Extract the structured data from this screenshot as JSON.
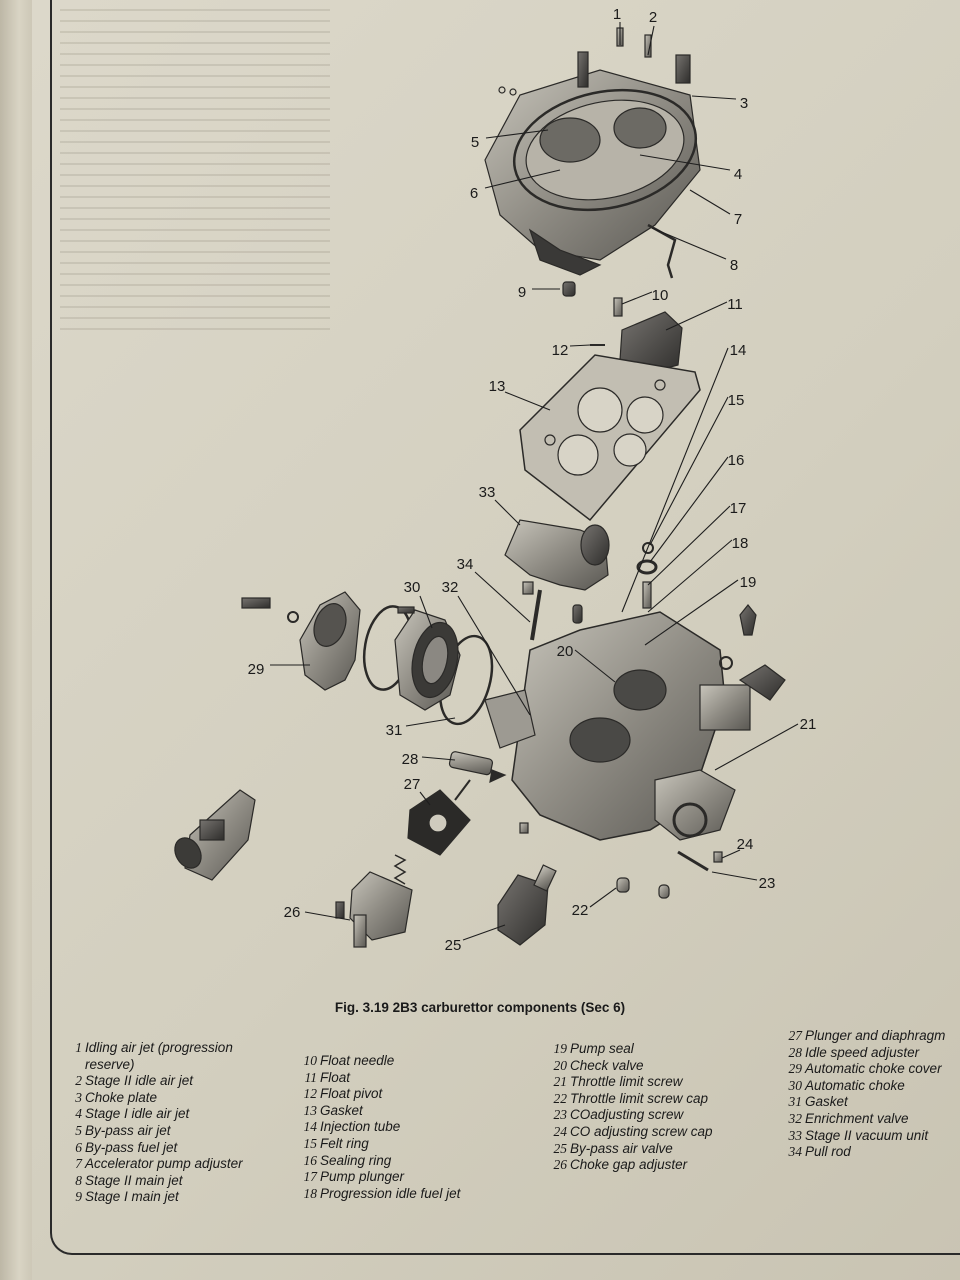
{
  "figure": {
    "caption": "Fig. 3.19 2B3 carburettor components (Sec 6)"
  },
  "callouts": [
    {
      "num": "1",
      "label": "Idling air jet (progression reserve)"
    },
    {
      "num": "2",
      "label": "Stage II idle air jet"
    },
    {
      "num": "3",
      "label": "Choke plate"
    },
    {
      "num": "4",
      "label": "Stage I idle air jet"
    },
    {
      "num": "5",
      "label": "By-pass air jet"
    },
    {
      "num": "6",
      "label": "By-pass fuel jet"
    },
    {
      "num": "7",
      "label": "Accelerator pump adjuster"
    },
    {
      "num": "8",
      "label": "Stage II main jet"
    },
    {
      "num": "9",
      "label": "Stage I main jet"
    },
    {
      "num": "10",
      "label": "Float needle"
    },
    {
      "num": "11",
      "label": "Float"
    },
    {
      "num": "12",
      "label": "Float pivot"
    },
    {
      "num": "13",
      "label": "Gasket"
    },
    {
      "num": "14",
      "label": "Injection tube"
    },
    {
      "num": "15",
      "label": "Felt ring"
    },
    {
      "num": "16",
      "label": "Sealing ring"
    },
    {
      "num": "17",
      "label": "Pump plunger"
    },
    {
      "num": "18",
      "label": "Progression idle fuel jet"
    },
    {
      "num": "19",
      "label": "Pump seal"
    },
    {
      "num": "20",
      "label": "Check valve"
    },
    {
      "num": "21",
      "label": "Throttle limit screw"
    },
    {
      "num": "22",
      "label": "Throttle limit screw cap"
    },
    {
      "num": "23",
      "label": "COadjusting screw"
    },
    {
      "num": "24",
      "label": "CO adjusting screw cap"
    },
    {
      "num": "25",
      "label": "By-pass air valve"
    },
    {
      "num": "26",
      "label": "Choke gap adjuster"
    },
    {
      "num": "27",
      "label": "Plunger and diaphragm"
    },
    {
      "num": "28",
      "label": "Idle speed adjuster"
    },
    {
      "num": "29",
      "label": "Automatic choke cover"
    },
    {
      "num": "30",
      "label": "Automatic choke"
    },
    {
      "num": "31",
      "label": "Gasket"
    },
    {
      "num": "32",
      "label": "Enrichment valve"
    },
    {
      "num": "33",
      "label": "Stage II vacuum unit"
    },
    {
      "num": "34",
      "label": "Pull rod"
    }
  ],
  "legend": {
    "col1": [
      {
        "num": "1",
        "text": "Idling air jet (progression"
      },
      {
        "num": "",
        "text": "reserve)"
      },
      {
        "num": "2",
        "text": "Stage II idle air jet"
      },
      {
        "num": "3",
        "text": "Choke plate"
      },
      {
        "num": "4",
        "text": "Stage I idle air jet"
      },
      {
        "num": "5",
        "text": "By-pass air jet"
      },
      {
        "num": "6",
        "text": "By-pass fuel jet"
      },
      {
        "num": "7",
        "text": "Accelerator pump adjuster"
      },
      {
        "num": "8",
        "text": "Stage II main jet"
      },
      {
        "num": "9",
        "text": "Stage I main jet"
      }
    ],
    "col2": [
      {
        "num": "10",
        "text": "Float needle"
      },
      {
        "num": "11",
        "text": "Float"
      },
      {
        "num": "12",
        "text": "Float pivot"
      },
      {
        "num": "13",
        "text": "Gasket"
      },
      {
        "num": "14",
        "text": "Injection tube"
      },
      {
        "num": "15",
        "text": "Felt ring"
      },
      {
        "num": "16",
        "text": "Sealing ring"
      },
      {
        "num": "17",
        "text": "Pump plunger"
      },
      {
        "num": "18",
        "text": "Progression idle fuel jet"
      }
    ],
    "col3": [
      {
        "num": "19",
        "text": "Pump seal"
      },
      {
        "num": "20",
        "text": "Check valve"
      },
      {
        "num": "21",
        "text": "Throttle limit screw"
      },
      {
        "num": "22",
        "text": "Throttle limit screw cap"
      },
      {
        "num": "23",
        "text": "COadjusting screw"
      },
      {
        "num": "24",
        "text": "CO adjusting screw cap"
      },
      {
        "num": "25",
        "text": "By-pass air valve"
      },
      {
        "num": "26",
        "text": "Choke gap adjuster"
      }
    ],
    "col4": [
      {
        "num": "27",
        "text": "Plunger and diaphragm"
      },
      {
        "num": "28",
        "text": "Idle speed adjuster"
      },
      {
        "num": "29",
        "text": "Automatic choke cover"
      },
      {
        "num": "30",
        "text": "Automatic choke"
      },
      {
        "num": "31",
        "text": "Gasket"
      },
      {
        "num": "32",
        "text": "Enrichment valve"
      },
      {
        "num": "33",
        "text": "Stage II vacuum unit"
      },
      {
        "num": "34",
        "text": "Pull rod"
      }
    ]
  }
}
